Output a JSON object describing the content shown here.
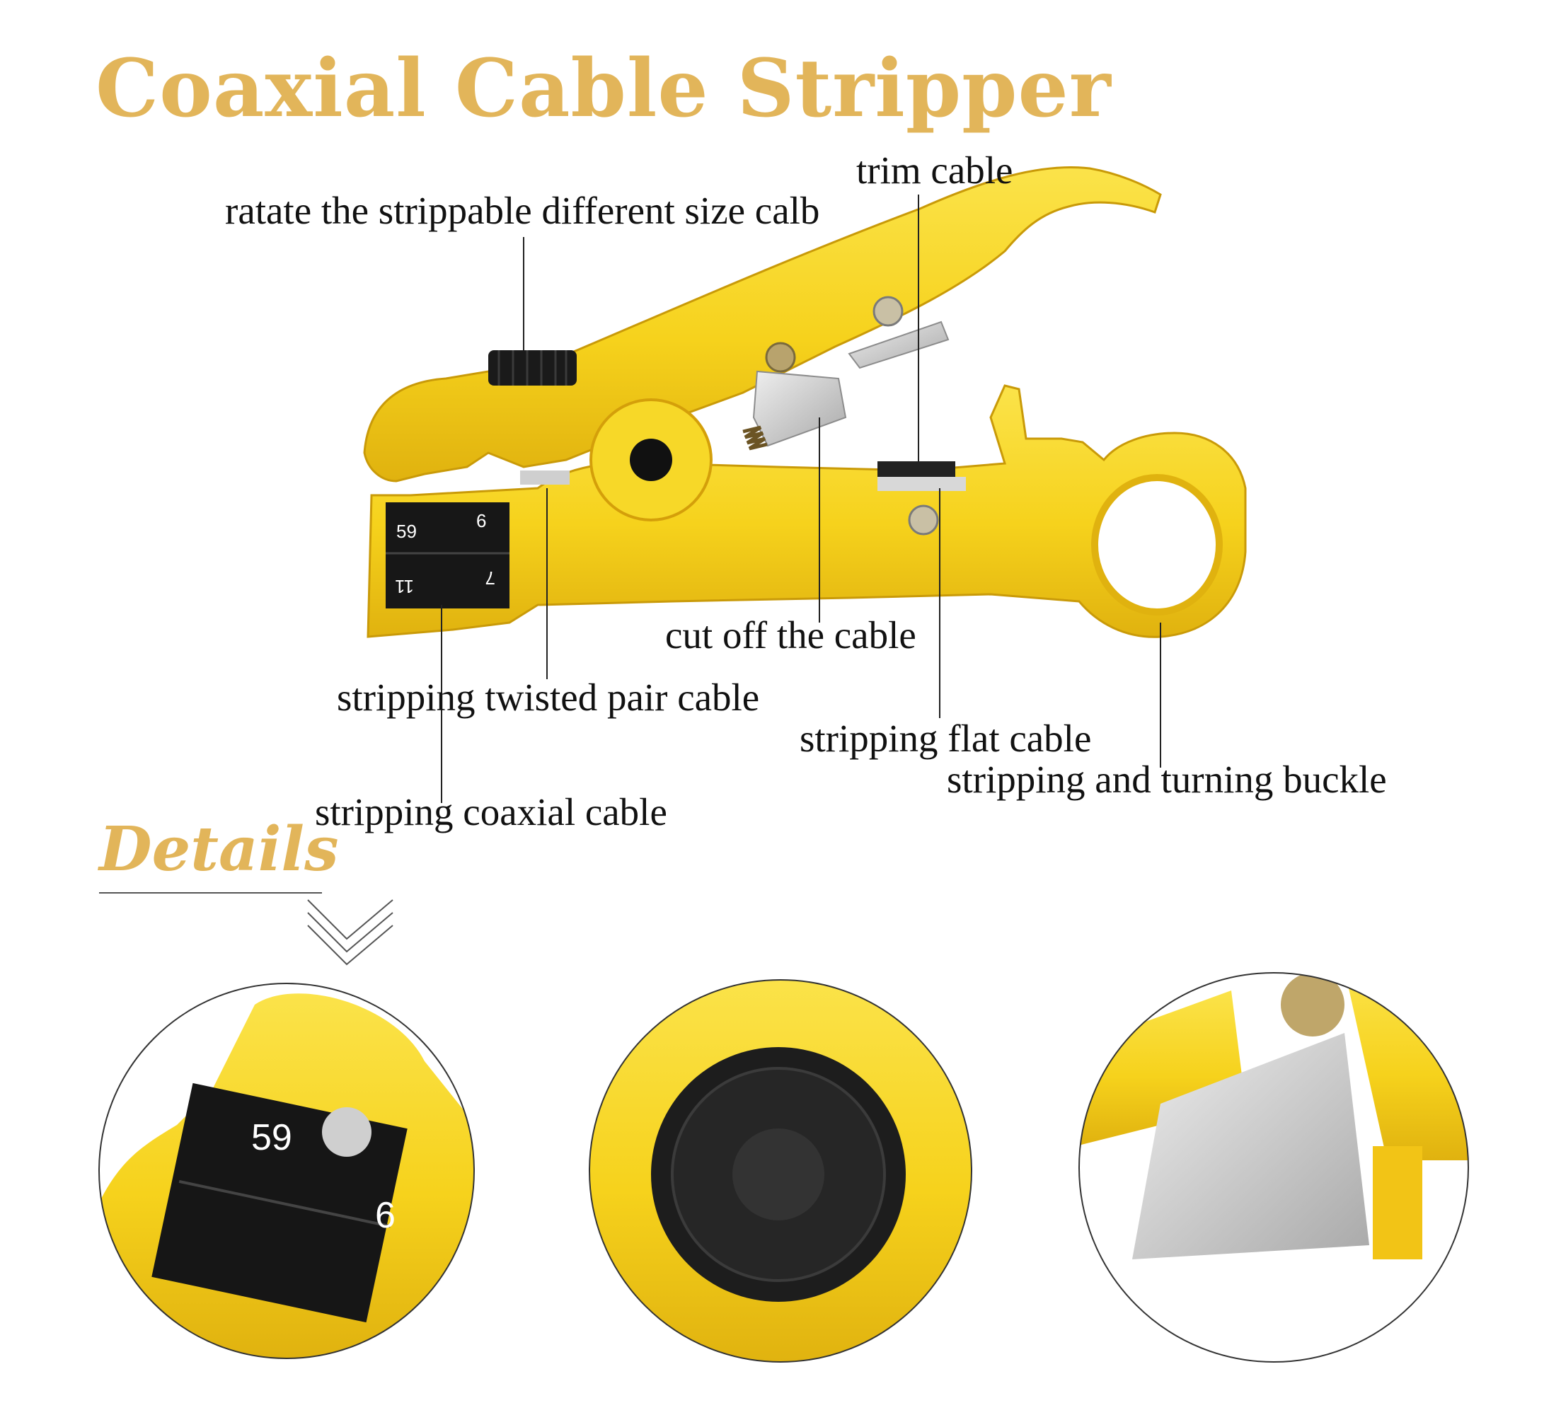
{
  "title": "Coaxial Cable Stripper",
  "section_title": "Details",
  "colors": {
    "accent": "#e2b55a",
    "tool_yellow": "#f6d21c",
    "tool_shadow": "#d9a80e",
    "blade": "#cfcfcf",
    "dark": "#1b1b1b"
  },
  "callouts": {
    "rotate": "ratate the strippable different size calb",
    "trim": "trim cable",
    "cut_off": "cut off the cable",
    "twisted_pair": "stripping twisted pair cable",
    "flat": "stripping flat cable",
    "buckle": "stripping and turning buckle",
    "coaxial": "stripping coaxial cable"
  },
  "blade_marks": {
    "top_left": "59",
    "top_right": "6",
    "bottom_left": "11",
    "bottom_right": "7"
  },
  "detail_views": [
    {
      "name": "blade-cassette-closeup"
    },
    {
      "name": "rotation-knob-closeup"
    },
    {
      "name": "cutting-blade-closeup"
    }
  ]
}
